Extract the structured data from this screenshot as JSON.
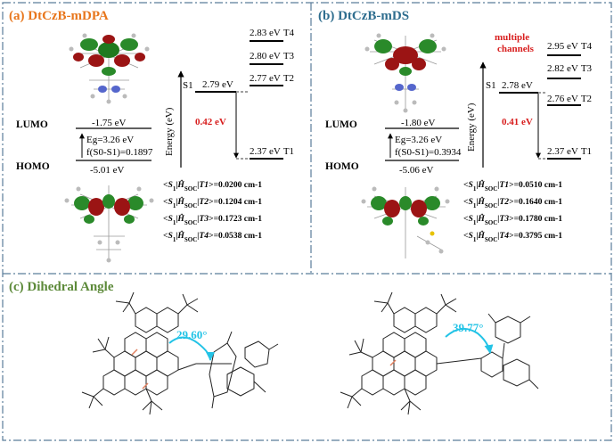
{
  "colors": {
    "panel_a_title": "#e8761c",
    "panel_b_title": "#2e6d8e",
    "panel_c_title": "#5d8a3a",
    "gap": "#d81e1e",
    "angle_arrow": "#23c3e6",
    "frame": "#5a7d9a"
  },
  "panel_a": {
    "title": "(a)  DtCzB-mDPA",
    "lumo_label": "LUMO",
    "homo_label": "HOMO",
    "lumo_value": "-1.75 eV",
    "homo_value": "-5.01 eV",
    "eg_value": "Eg=3.26 eV",
    "f_value": "f(S0-S1)=0.1897",
    "axis_label": "Energy   (eV)",
    "s1_label": "S1",
    "s1_value": "2.79 eV",
    "t_levels": [
      {
        "value": "2.83 eV",
        "state": "T4"
      },
      {
        "value": "2.80 eV",
        "state": "T3"
      },
      {
        "value": "2.77 eV",
        "state": "T2"
      },
      {
        "value": "2.37 eV",
        "state": "T1"
      }
    ],
    "gap": "0.42 eV",
    "soc": [
      {
        "state": "T1",
        "value": "=0.0200 cm-1"
      },
      {
        "state": "T2",
        "value": "=0.1204 cm-1"
      },
      {
        "state": "T3",
        "value": "=0.1723 cm-1"
      },
      {
        "state": "T4",
        "value": "=0.0538 cm-1"
      }
    ]
  },
  "panel_b": {
    "title": "(b)  DtCzB-mDS",
    "lumo_label": "LUMO",
    "homo_label": "HOMO",
    "lumo_value": "-1.80 eV",
    "homo_value": "-5.06 eV",
    "eg_value": "Eg=3.26 eV",
    "f_value": "f(S0-S1)=0.3934",
    "axis_label": "Energy   (eV)",
    "s1_label": "S1",
    "s1_value": "2.78 eV",
    "note_line1": "multiple",
    "note_line2": "channels",
    "t_levels": [
      {
        "value": "2.95 eV",
        "state": "T4"
      },
      {
        "value": "2.82 eV",
        "state": "T3"
      },
      {
        "value": "2.76 eV",
        "state": "T2"
      },
      {
        "value": "2.37 eV",
        "state": "T1"
      }
    ],
    "gap": "0.41 eV",
    "soc": [
      {
        "state": "T1",
        "value": "=0.0510 cm-1"
      },
      {
        "state": "T2",
        "value": "=0.1640 cm-1"
      },
      {
        "state": "T3",
        "value": "=0.1780 cm-1"
      },
      {
        "state": "T4",
        "value": "=0.3795 cm-1"
      }
    ]
  },
  "panel_c": {
    "title": "(c) Dihedral Angle",
    "angle_left": "29.60°",
    "angle_right": "39.77°"
  }
}
